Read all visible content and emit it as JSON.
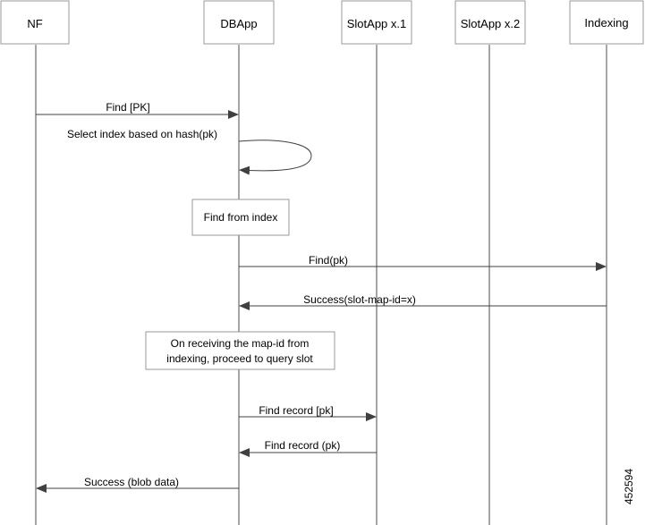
{
  "participants": [
    {
      "id": "nf",
      "label": "NF"
    },
    {
      "id": "dbapp",
      "label": "DBApp"
    },
    {
      "id": "slot1",
      "label": "SlotApp x.1"
    },
    {
      "id": "slot2",
      "label": "SlotApp x.2"
    },
    {
      "id": "indexing",
      "label": "Indexing"
    }
  ],
  "messages": [
    {
      "id": "find-pk",
      "label": "Find [PK]",
      "from": "nf",
      "to": "dbapp"
    },
    {
      "id": "self-select",
      "label": "Select index based on hash(pk)",
      "from": "dbapp",
      "to": "dbapp",
      "self": true
    },
    {
      "id": "find-pk-indexing",
      "label": "Find(pk)",
      "from": "dbapp",
      "to": "indexing"
    },
    {
      "id": "success-slot-map",
      "label": "Success(slot-map-id=x)",
      "from": "indexing",
      "to": "dbapp"
    },
    {
      "id": "find-record-slot",
      "label": "Find record  [pk]",
      "from": "dbapp",
      "to": "slot1"
    },
    {
      "id": "find-record-reply",
      "label": "Find record (pk)",
      "from": "slot1",
      "to": "dbapp"
    },
    {
      "id": "success-blob",
      "label": "Success (blob data)",
      "from": "dbapp",
      "to": "nf"
    }
  ],
  "notes": [
    {
      "id": "find-from-index",
      "lines": [
        "Find from index"
      ]
    },
    {
      "id": "map-id-note",
      "lines": [
        "On receiving the map-id from",
        "indexing, proceed to query slot"
      ]
    }
  ],
  "figure_id": "452594"
}
